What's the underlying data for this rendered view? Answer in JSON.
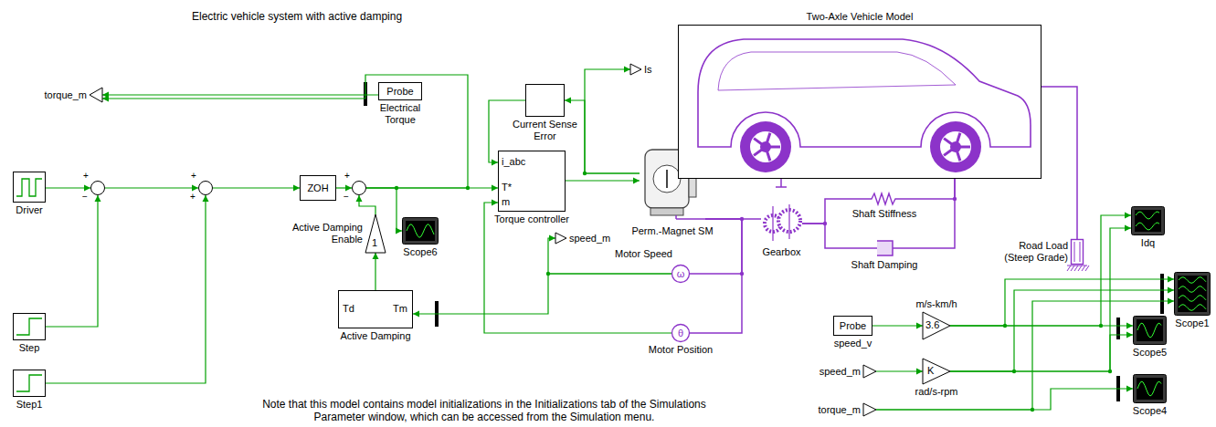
{
  "diagram": {
    "title": "Electric vehicle system with active damping",
    "caption": "Note that this model contains model initializations in the Initializations tab of the Simulations Parameter window, which can be accessed from the Simulation menu.",
    "nodes": [
      {
        "text": [
          "Driver"
        ]
      },
      {
        "text": [
          "Step"
        ]
      },
      {
        "text": [
          "Step1"
        ]
      },
      {
        "text": [
          "+",
          "−"
        ]
      },
      {
        "text": [
          "+",
          "+"
        ]
      },
      {
        "text": [
          "ZOH"
        ]
      },
      {
        "text": [
          "+",
          "−"
        ]
      },
      {
        "text": [
          "i_abc",
          "T*",
          "m",
          "Torque controller"
        ]
      },
      {
        "text": [
          "Current Sense Error"
        ]
      },
      {
        "text": [
          "Probe",
          "Electrical Torque"
        ]
      },
      {
        "text": [
          "torque_m"
        ]
      },
      {
        "text": [
          "Is"
        ]
      },
      {
        "text": [
          "Perm.-Magnet SM"
        ]
      },
      {
        "text": [
          "Active Damping Enable",
          "1"
        ]
      },
      {
        "text": [
          "Td",
          "Tm",
          "Active Damping"
        ]
      },
      {
        "text": [
          "Scope6"
        ]
      },
      {
        "text": [
          "speed_m"
        ]
      },
      {
        "text": [
          "Motor Speed",
          "ω"
        ]
      },
      {
        "text": [
          "Motor Position",
          "θ"
        ]
      },
      {
        "text": [
          "Gearbox"
        ]
      },
      {
        "text": [
          "Shaft Stiffness"
        ]
      },
      {
        "text": [
          "Shaft Damping"
        ]
      },
      {
        "text": [
          "Two-Axle Vehicle Model"
        ]
      },
      {
        "text": [
          "Road Load (Steep Grade)"
        ]
      },
      {
        "text": [
          "Idq"
        ]
      },
      {
        "text": [
          "Scope1"
        ]
      },
      {
        "text": [
          "Probe",
          "speed_v"
        ]
      },
      {
        "text": [
          "m/s-km/h",
          "3.6"
        ]
      },
      {
        "text": [
          "speed_m"
        ]
      },
      {
        "text": [
          "K",
          "rad/s-rpm"
        ]
      },
      {
        "text": [
          "torque_m"
        ]
      },
      {
        "text": [
          "Scope5"
        ]
      },
      {
        "text": [
          "Scope4"
        ]
      }
    ],
    "edges": [
      {
        "from": 0,
        "to": 3,
        "arrow": "to"
      },
      {
        "from": 1,
        "to": 3,
        "arrow": "to"
      },
      {
        "from": 3,
        "to": 4,
        "arrow": "to"
      },
      {
        "from": 2,
        "to": 4,
        "arrow": "to"
      },
      {
        "from": 4,
        "to": 5,
        "arrow": "to"
      },
      {
        "from": 5,
        "to": 6,
        "arrow": "to"
      },
      {
        "from": 13,
        "to": 6,
        "arrow": "to"
      },
      {
        "from": 6,
        "to": 7,
        "arrow": "to"
      },
      {
        "from": 6,
        "to": 15,
        "arrow": "to"
      },
      {
        "from": 6,
        "to": 10,
        "arrow": "to"
      },
      {
        "from": 9,
        "to": 10,
        "arrow": "to"
      },
      {
        "from": 14,
        "to": 13,
        "arrow": "to"
      },
      {
        "from": 7,
        "to": 12,
        "arrow": "to"
      },
      {
        "from": 12,
        "to": 8,
        "arrow": "to"
      },
      {
        "from": 12,
        "to": 11,
        "arrow": "to"
      },
      {
        "from": 8,
        "to": 7,
        "arrow": "to"
      },
      {
        "from": 17,
        "to": 16,
        "arrow": "to"
      },
      {
        "from": 17,
        "to": 14,
        "arrow": "to"
      },
      {
        "from": 18,
        "to": 7,
        "arrow": "to"
      },
      {
        "from": 12,
        "to": 17,
        "arrow": "none"
      },
      {
        "from": 12,
        "to": 18,
        "arrow": "none"
      },
      {
        "from": 12,
        "to": 19,
        "arrow": "none"
      },
      {
        "from": 19,
        "to": 20,
        "arrow": "none"
      },
      {
        "from": 19,
        "to": 21,
        "arrow": "none"
      },
      {
        "from": 20,
        "to": 22,
        "arrow": "none"
      },
      {
        "from": 21,
        "to": 22,
        "arrow": "none"
      },
      {
        "from": 22,
        "to": 23,
        "arrow": "none"
      },
      {
        "from": 26,
        "to": 27,
        "arrow": "to"
      },
      {
        "from": 27,
        "to": 31,
        "arrow": "to"
      },
      {
        "from": 27,
        "to": 25,
        "arrow": "to"
      },
      {
        "from": 27,
        "to": 24,
        "arrow": "to"
      },
      {
        "from": 28,
        "to": 29,
        "arrow": "to"
      },
      {
        "from": 29,
        "to": 25,
        "arrow": "to"
      },
      {
        "from": 29,
        "to": 31,
        "arrow": "to"
      },
      {
        "from": 29,
        "to": 24,
        "arrow": "to"
      },
      {
        "from": 30,
        "to": 32,
        "arrow": "to"
      },
      {
        "from": 30,
        "to": 25,
        "arrow": "to"
      }
    ]
  }
}
